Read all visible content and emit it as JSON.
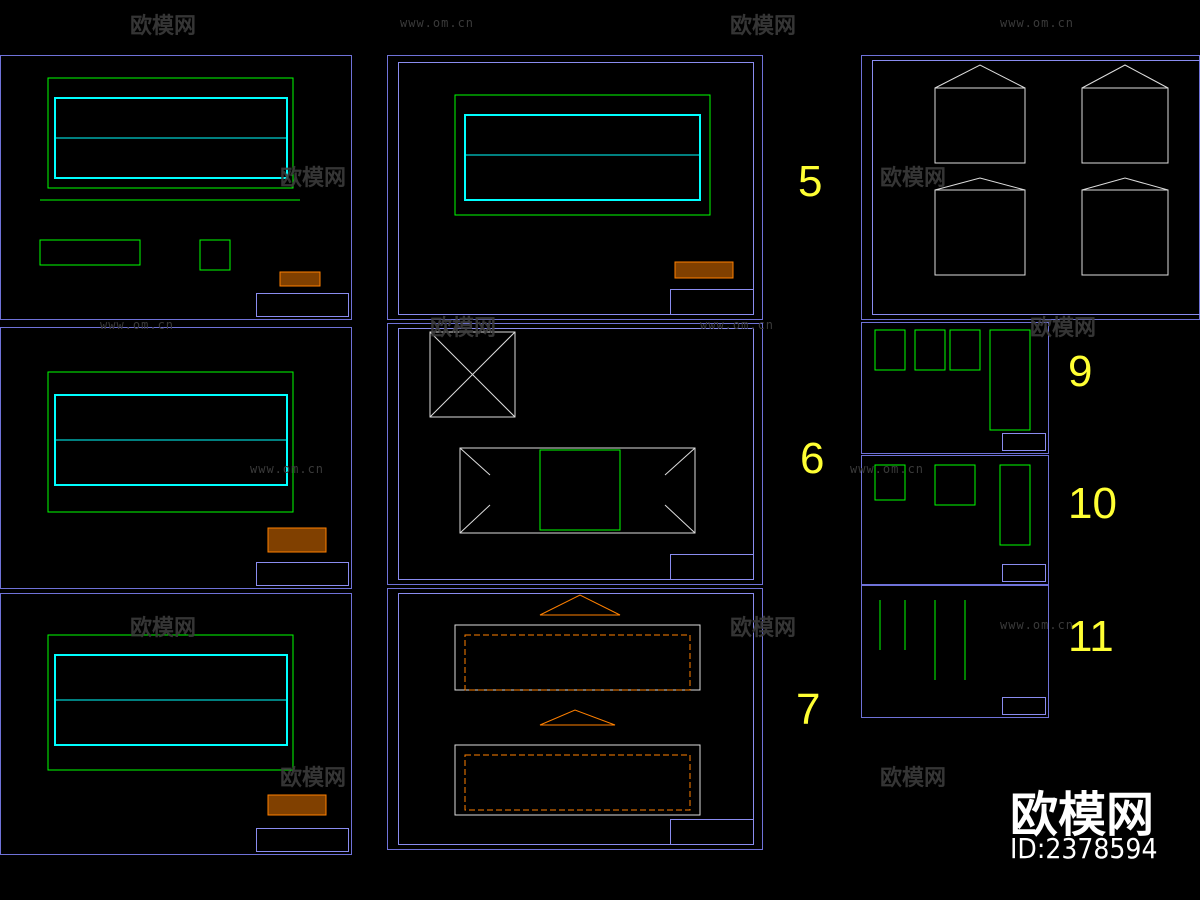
{
  "sheet_numbers": [
    "5",
    "6",
    "7",
    "9",
    "10",
    "11"
  ],
  "watermark": {
    "text": "欧模网",
    "url": "www.om.cn"
  },
  "brand": {
    "name": "欧模网",
    "id": "ID:2378594"
  },
  "colors": {
    "background": "#000000",
    "sheet_border": "#6f72d8",
    "cad_green": "#00ff00",
    "cad_cyan": "#00ffff",
    "cad_orange": "#ff8000",
    "cad_yellow": "#ffff33"
  }
}
